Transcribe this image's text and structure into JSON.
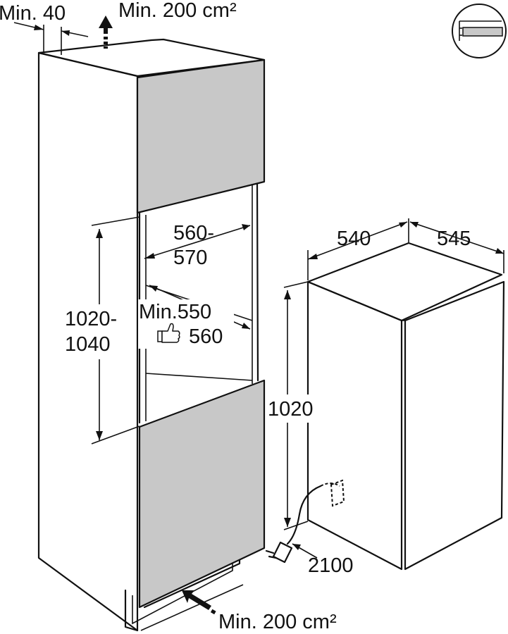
{
  "labels": {
    "top_gap": "Min. 40",
    "top_vent": "Min. 200 cm²",
    "niche_width_line1": "560-",
    "niche_width_line2": "570",
    "niche_height_line1": "1020-",
    "niche_height_line2": "1040",
    "niche_depth_min": "Min.550",
    "niche_depth_recommended": "560",
    "appliance_width": "540",
    "appliance_depth": "545",
    "appliance_height": "1020",
    "cable_length": "2100",
    "bottom_vent": "Min. 200 cm²"
  },
  "icons": [
    "thumbs-up-icon",
    "arrow-up-icon",
    "arrow-in-icon",
    "plug-icon",
    "socket-icon",
    "installation-type-icon"
  ],
  "colors": {
    "door_fill": "#c8c8c8",
    "line": "#111111",
    "background": "#ffffff"
  }
}
